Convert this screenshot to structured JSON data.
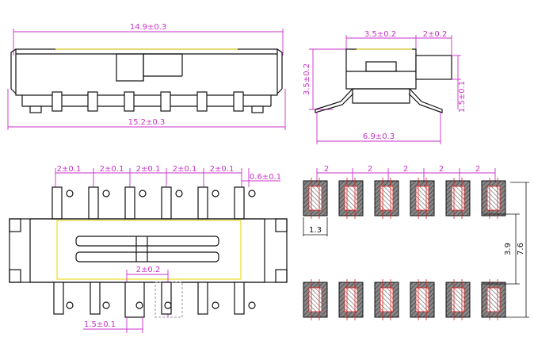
{
  "drawing": {
    "top_view": {
      "overall_width": "14.9±0.3",
      "base_width": "15.2±0.3"
    },
    "side_view": {
      "body_width": "3.5±0.2",
      "actuator_length": "2±0.2",
      "height": "3.5±0.2",
      "actuator_height": "1.5±0.1",
      "foot_span": "6.9±0.3"
    },
    "front_view": {
      "pitches": [
        "2±0.1",
        "2±0.1",
        "2±0.1",
        "2±0.1",
        "2±0.1"
      ],
      "pin_width": "0.6±0.1",
      "slide_travel": "2±0.2",
      "bottom_width": "1.5±0.1"
    },
    "footprint": {
      "pitches": [
        "2",
        "2",
        "2",
        "2",
        "2"
      ],
      "pad_width": "1.3",
      "row_gap": "3.9",
      "row_span": "7.6"
    },
    "colors": {
      "dimension": "#c832c8",
      "outline": "#111111",
      "highlight": "#f0e040",
      "pad_center": "#e02020"
    }
  }
}
